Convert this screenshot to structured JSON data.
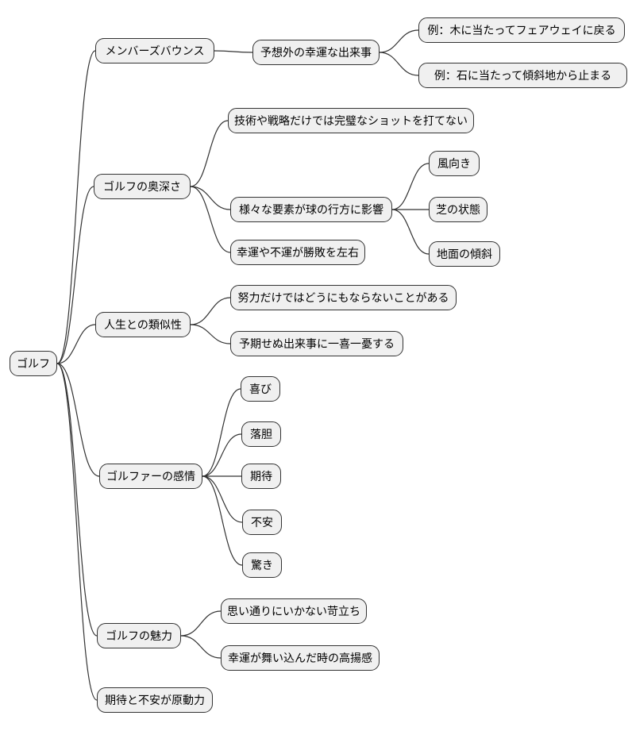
{
  "diagram_type": "mindmap",
  "colors": {
    "background": "#ffffff",
    "node_fill": "#f0f0f0",
    "node_border": "#333333",
    "edge_stroke": "#333333",
    "text": "#000000"
  },
  "mindmap": {
    "root": {
      "label": "ゴルフ",
      "children": [
        {
          "label": "メンバーズバウンス",
          "children": [
            {
              "label": "予想外の幸運な出来事",
              "children": [
                {
                  "label": "例：木に当たってフェアウェイに戻る"
                },
                {
                  "label": "例：石に当たって傾斜地から止まる"
                }
              ]
            }
          ]
        },
        {
          "label": "ゴルフの奥深さ",
          "children": [
            {
              "label": "技術や戦略だけでは完璧なショットを打てない"
            },
            {
              "label": "様々な要素が球の行方に影響",
              "children": [
                {
                  "label": "風向き"
                },
                {
                  "label": "芝の状態"
                },
                {
                  "label": "地面の傾斜"
                }
              ]
            },
            {
              "label": "幸運や不運が勝敗を左右"
            }
          ]
        },
        {
          "label": "人生との類似性",
          "children": [
            {
              "label": "努力だけではどうにもならないことがある"
            },
            {
              "label": "予期せぬ出来事に一喜一憂する"
            }
          ]
        },
        {
          "label": "ゴルファーの感情",
          "children": [
            {
              "label": "喜び"
            },
            {
              "label": "落胆"
            },
            {
              "label": "期待"
            },
            {
              "label": "不安"
            },
            {
              "label": "驚き"
            }
          ]
        },
        {
          "label": "ゴルフの魅力",
          "children": [
            {
              "label": "思い通りにいかない苛立ち"
            },
            {
              "label": "幸運が舞い込んだ時の高揚感"
            }
          ]
        },
        {
          "label": "期待と不安が原動力"
        }
      ]
    }
  }
}
